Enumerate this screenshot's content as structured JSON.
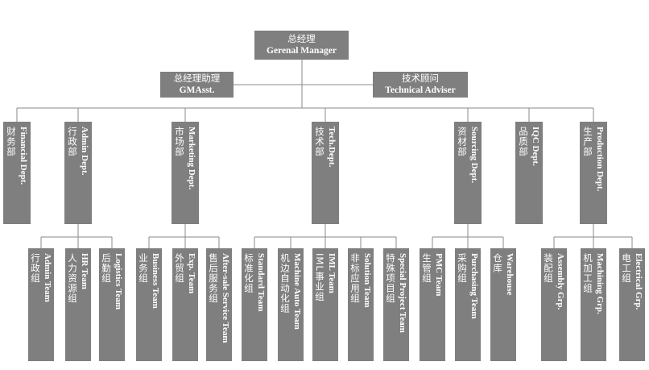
{
  "gm": {
    "zh": "总经理",
    "en": "Gerenal Manager"
  },
  "assistant": {
    "zh": "总经理助理",
    "en": "GMAsst."
  },
  "adviser": {
    "zh": "技术顾问",
    "en": "Technical Adviser"
  },
  "depts": [
    {
      "en": "Financial Dept.",
      "zh": "财务部"
    },
    {
      "en": "Admin Dept.",
      "zh": "行政部"
    },
    {
      "en": "Marketing Dept.",
      "zh": "市场部"
    },
    {
      "en": "Tech.Dept.",
      "zh": "技术部"
    },
    {
      "en": "Sourcing Dept.",
      "zh": "资材部"
    },
    {
      "en": "IQC Dept.",
      "zh": "品质部"
    },
    {
      "en": "Production Dept.",
      "zh": "生产部"
    }
  ],
  "teams": [
    {
      "en": "Admin Team",
      "zh": "行政组"
    },
    {
      "en": "HR Team",
      "zh": "人力资源组"
    },
    {
      "en": "Logistics Team",
      "zh": "后勤组"
    },
    {
      "en": "Business Team",
      "zh": "业务组"
    },
    {
      "en": "Exp. Team",
      "zh": "外贸组"
    },
    {
      "en": "After-sale Service Team",
      "zh": "售后服务组"
    },
    {
      "en": "Standard Team",
      "zh": "标准化组"
    },
    {
      "en": "Machine Auto Team",
      "zh": "机边自动化组"
    },
    {
      "en": "IML Team",
      "zh": "IML事业组"
    },
    {
      "en": "Solution Team",
      "zh": "非标应用组"
    },
    {
      "en": "Special Project Team",
      "zh": "特殊项目组"
    },
    {
      "en": "PMC Team",
      "zh": "生管组"
    },
    {
      "en": "Purchasing Team",
      "zh": "采购组"
    },
    {
      "en": "Warehouse",
      "zh": "仓库"
    },
    {
      "en": "Assembly Grp.",
      "zh": "装配组"
    },
    {
      "en": "Machining Grp.",
      "zh": "机加工组"
    },
    {
      "en": "Electrical Grp.",
      "zh": "电工组"
    }
  ]
}
